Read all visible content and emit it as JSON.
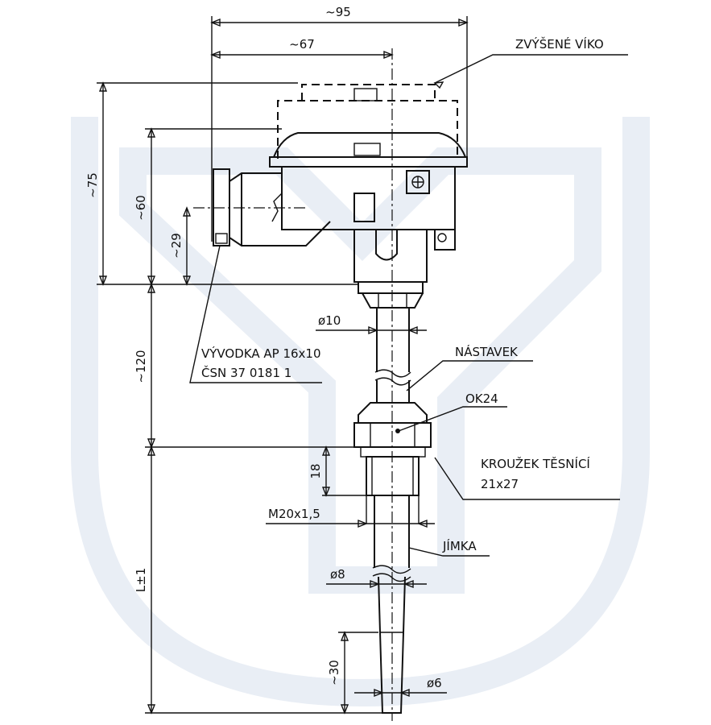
{
  "labels": {
    "zvysene_viko": "ZVÝŠENÉ VÍKO",
    "nastavek": "NÁSTAVEK",
    "ok24": "OK24",
    "krouzek_line1": "KROUŽEK TĚSNÍCÍ",
    "krouzek_line2": "21x27",
    "jimka": "JÍMKA",
    "vyvodka_line1": "VÝVODKA AP 16x10",
    "vyvodka_line2": "ČSN 37 0181 1"
  },
  "dimensions": {
    "d95": "~95",
    "d67": "~67",
    "d75": "~75",
    "d60": "~60",
    "d29": "~29",
    "d120": "~120",
    "d18": "18",
    "dL": "L±1",
    "d30": "~30",
    "phi10": "ø10",
    "m20": "M20x1,5",
    "phi8": "ø8",
    "phi6": "ø6"
  }
}
